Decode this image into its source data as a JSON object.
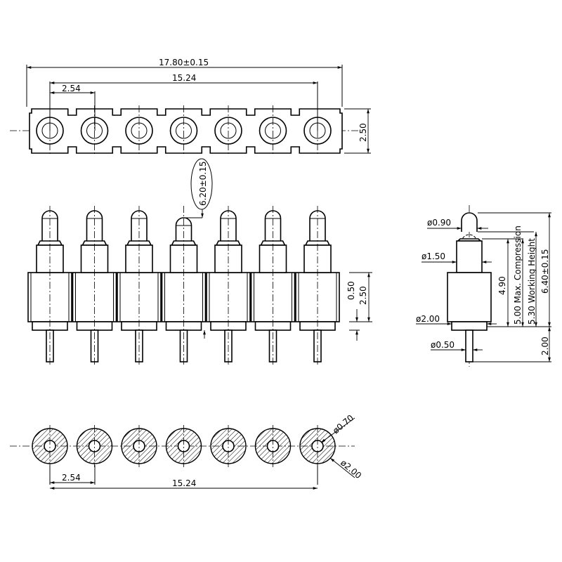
{
  "drawing": {
    "pin_count": 7,
    "top_view": {
      "overall_length": "17.80±0.15",
      "span": "15.24",
      "pitch": "2.54",
      "width": "2.50",
      "height_callout": "6.20±0.15"
    },
    "front_view": {
      "collar_height": "0.50",
      "housing_height": "2.50"
    },
    "side_view": {
      "plunger_dia": "ø0.90",
      "barrel_dia": "ø1.50",
      "housing_dia": "ø2.00",
      "tail_dia": "ø0.50",
      "max_compression": "5.00 Max. Compression",
      "stroke_len": "4.90",
      "working_height": "5.30 Working Height",
      "total_height": "6.40±0.15",
      "tail_length": "2.00"
    },
    "bottom_view": {
      "hole_dia": "ø0.70",
      "outer_dia": "ø2.00",
      "pitch": "2.54",
      "span": "15.24"
    }
  }
}
